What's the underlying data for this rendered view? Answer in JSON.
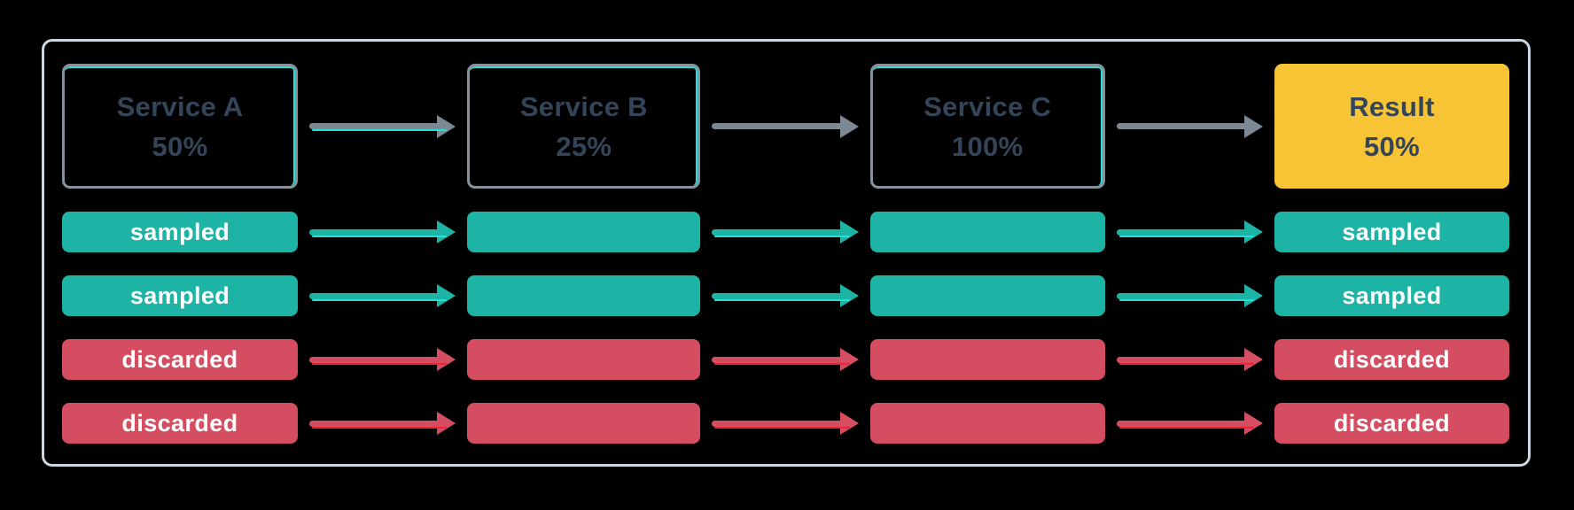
{
  "palette": {
    "background": "#000000",
    "container_border": "#cdd6de",
    "box_border": "#87929d",
    "dark_text": "#34455a",
    "teal": "#1db3a5",
    "red": "#d54d60",
    "yellow": "#f6c434",
    "gray": "#7c8894",
    "white": "#ffffff",
    "cyan_accent": "#29ded4",
    "red_accent": "#ef2136"
  },
  "stages": [
    {
      "label": "Service A",
      "value": "50%"
    },
    {
      "label": "Service B",
      "value": "25%"
    },
    {
      "label": "Service C",
      "value": "100%"
    },
    {
      "label": "Result",
      "value": "50%"
    }
  ],
  "rows": [
    {
      "status": "sampled",
      "left_label": "sampled",
      "right_label": "sampled"
    },
    {
      "status": "sampled",
      "left_label": "sampled",
      "right_label": "sampled"
    },
    {
      "status": "discarded",
      "left_label": "discarded",
      "right_label": "discarded"
    },
    {
      "status": "discarded",
      "left_label": "discarded",
      "right_label": "discarded"
    }
  ]
}
